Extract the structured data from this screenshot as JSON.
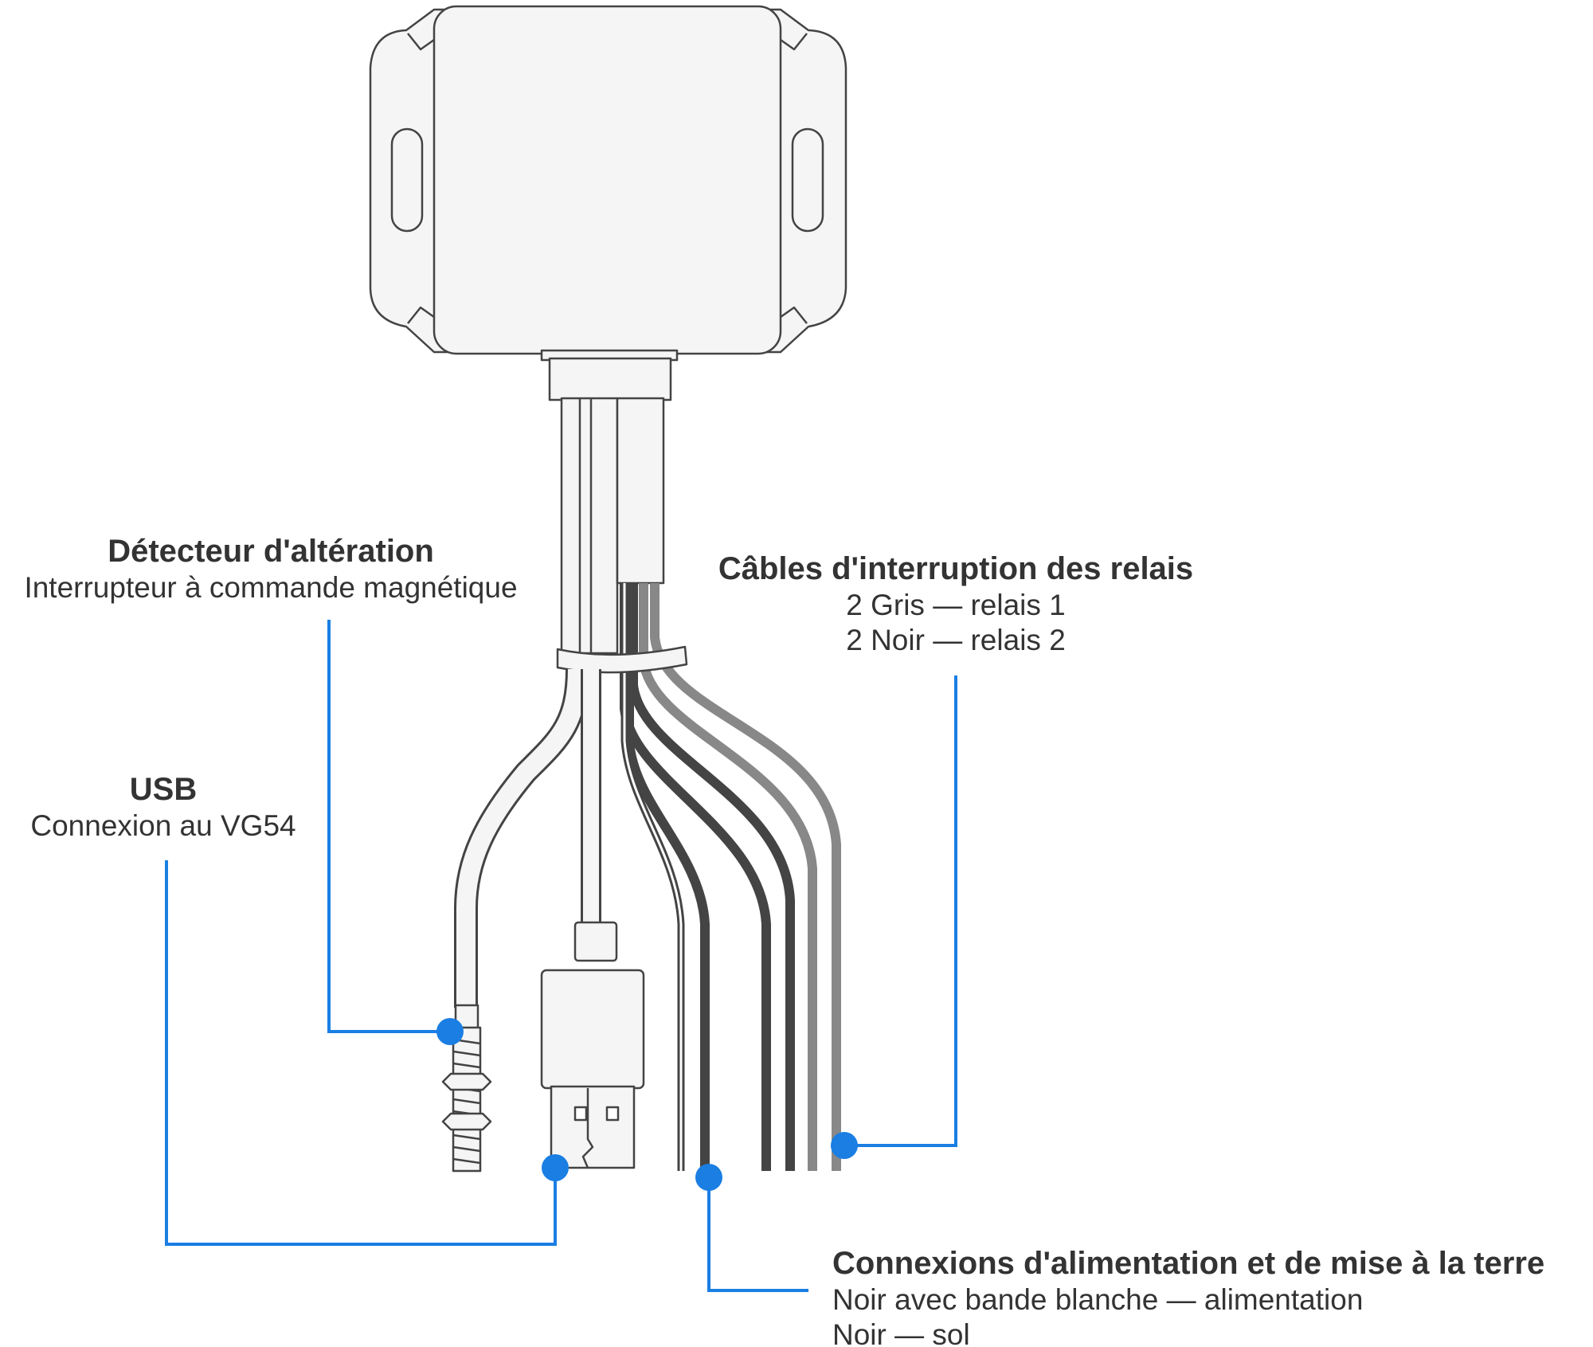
{
  "labels": {
    "tamper": {
      "title": "Détecteur d'altération",
      "subtitle": "Interrupteur à commande magnétique"
    },
    "usb": {
      "title": "USB",
      "subtitle": "Connexion au VG54"
    },
    "relay": {
      "title": "Câbles d'interruption des relais",
      "line1": "2 Gris — relais 1",
      "line2": "2 Noir — relais 2"
    },
    "power": {
      "title": "Connexions d'alimentation et de mise à la terre",
      "line1": "Noir avec bande blanche — alimentation",
      "line2": "Noir — sol"
    }
  },
  "colors": {
    "callout": "#1a7ee3",
    "outline": "#444444",
    "body_fill": "#f5f5f5",
    "black_wire": "#444444",
    "gray_wire": "#888888",
    "text": "#333333"
  }
}
